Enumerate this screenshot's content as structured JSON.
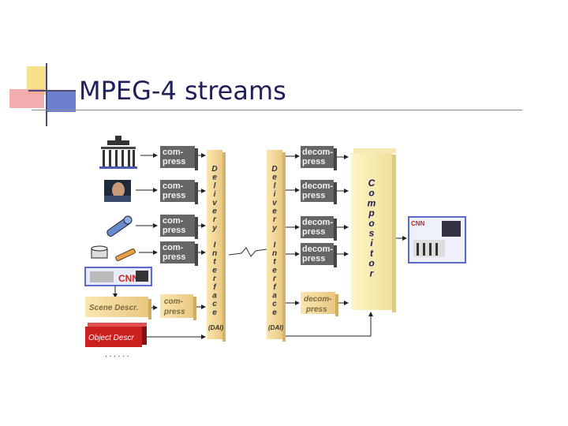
{
  "slide": {
    "title": "MPEG-4 streams"
  },
  "encoders": [
    {
      "line1": "com-",
      "line2": "press"
    },
    {
      "line1": "com-",
      "line2": "press"
    },
    {
      "line1": "com-",
      "line2": "press"
    },
    {
      "line1": "com-",
      "line2": "press"
    },
    {
      "line1": "com-",
      "line2": "press"
    }
  ],
  "decoders": [
    {
      "line1": "decom-",
      "line2": "press"
    },
    {
      "line1": "decom-",
      "line2": "press"
    },
    {
      "line1": "decom-",
      "line2": "press"
    },
    {
      "line1": "decom-",
      "line2": "press"
    },
    {
      "line1": "decom-",
      "line2": "press"
    }
  ],
  "dai_left": {
    "letters": [
      "D",
      "e",
      "l",
      "i",
      "v",
      "e",
      "r",
      "y",
      "",
      "I",
      "n",
      "t",
      "e",
      "r",
      "f",
      "a",
      "c",
      "e"
    ],
    "tag": "(DAI)"
  },
  "dai_right": {
    "letters": [
      "D",
      "e",
      "l",
      "i",
      "v",
      "e",
      "r",
      "y",
      "",
      "I",
      "n",
      "t",
      "e",
      "r",
      "f",
      "a",
      "c",
      "e"
    ],
    "tag": "(DAI)"
  },
  "compositor": {
    "letters": [
      "C",
      "o",
      "m",
      "p",
      "o",
      "s",
      "i",
      "t",
      "o",
      "r"
    ]
  },
  "scene_descr": "Scene Descr.",
  "object_descr": "Object Descr",
  "ellipsis": ". . . . . .",
  "icons": [
    "building-image",
    "video-image",
    "microphone-image",
    "instrument-image",
    "scene-thumbnail",
    "composited-output-thumbnail"
  ]
}
